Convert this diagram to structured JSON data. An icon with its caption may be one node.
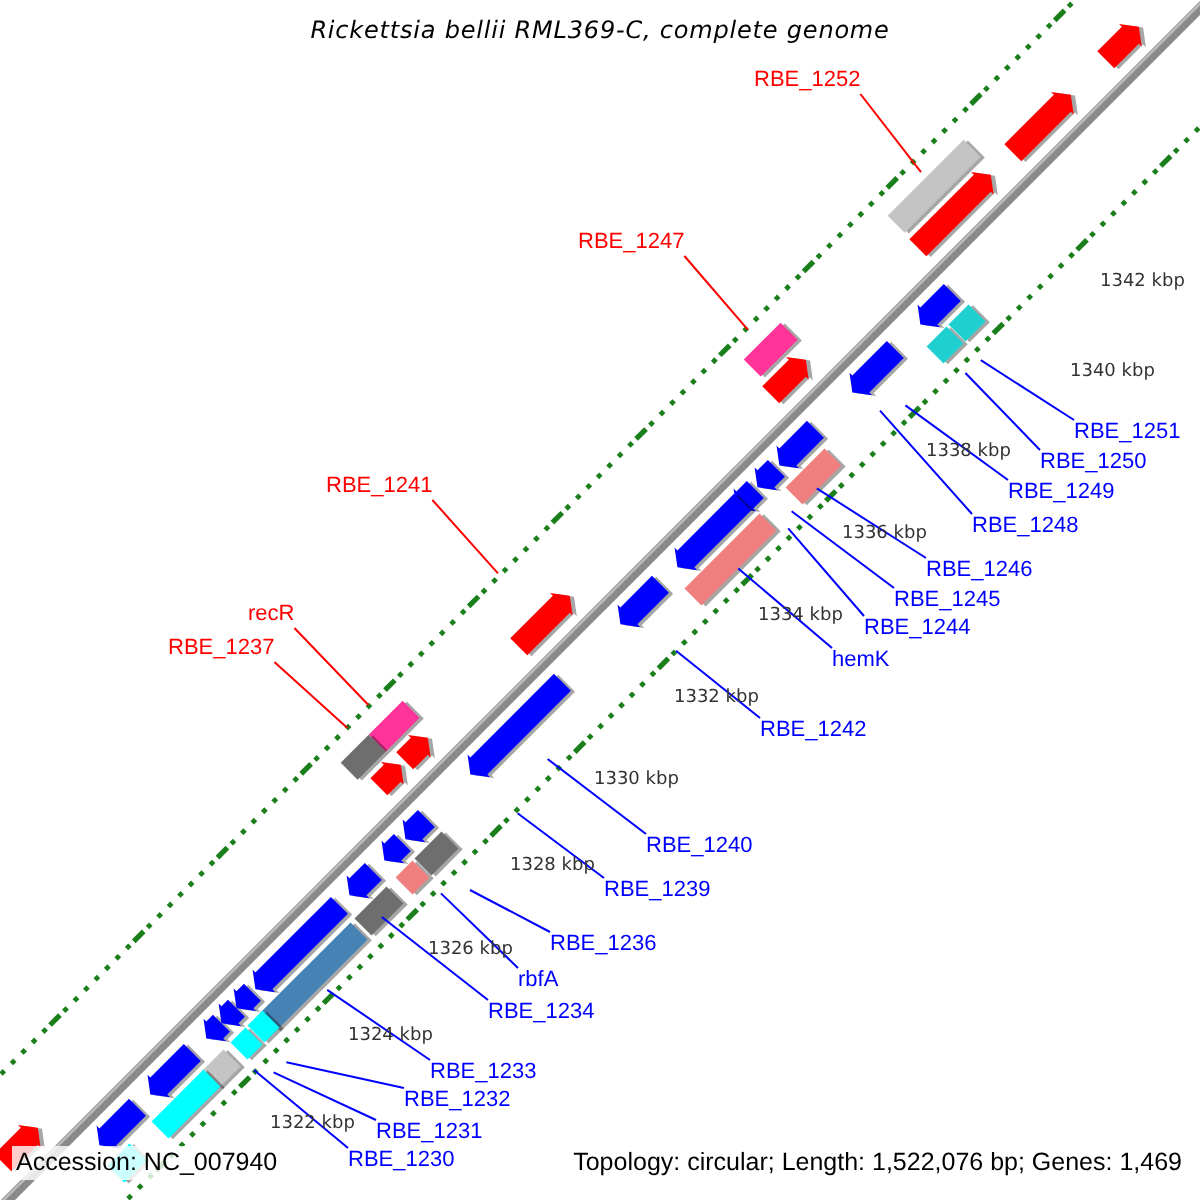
{
  "diagram": {
    "title": "Rickettsia bellii RML369-C, complete genome",
    "nodes": [
      {
        "text": [
          "RBE_1252"
        ]
      },
      {
        "text": [
          "RBE_1247"
        ]
      },
      {
        "text": [
          "RBE_1251"
        ]
      },
      {
        "text": [
          "RBE_1250"
        ]
      },
      {
        "text": [
          "RBE_1249"
        ]
      },
      {
        "text": [
          "RBE_1248"
        ]
      },
      {
        "text": [
          "RBE_1241"
        ]
      },
      {
        "text": [
          "RBE_1246"
        ]
      },
      {
        "text": [
          "RBE_1245"
        ]
      },
      {
        "text": [
          "RBE_1244"
        ]
      },
      {
        "text": [
          "recR"
        ]
      },
      {
        "text": [
          "RBE_1237"
        ]
      },
      {
        "text": [
          "hemK"
        ]
      },
      {
        "text": [
          "RBE_1242"
        ]
      },
      {
        "text": [
          "RBE_1240"
        ]
      },
      {
        "text": [
          "RBE_1239"
        ]
      },
      {
        "text": [
          "RBE_1236"
        ]
      },
      {
        "text": [
          "rbfA"
        ]
      },
      {
        "text": [
          "RBE_1234"
        ]
      },
      {
        "text": [
          "RBE_1233"
        ]
      },
      {
        "text": [
          "RBE_1232"
        ]
      },
      {
        "text": [
          "RBE_1231"
        ]
      },
      {
        "text": [
          "RBE_1230"
        ]
      }
    ],
    "edges": [
      {
        "from": 0,
        "to": null,
        "arrow": "none",
        "color": "#ff0000"
      },
      {
        "from": 1,
        "to": null,
        "arrow": "none",
        "color": "#ff0000"
      },
      {
        "from": 2,
        "to": null,
        "arrow": "none"
      },
      {
        "from": 3,
        "to": null,
        "arrow": "none"
      },
      {
        "from": 4,
        "to": null,
        "arrow": "none"
      },
      {
        "from": 5,
        "to": null,
        "arrow": "none"
      },
      {
        "from": 6,
        "to": null,
        "arrow": "none",
        "color": "#ff0000"
      },
      {
        "from": 7,
        "to": null,
        "arrow": "none"
      },
      {
        "from": 8,
        "to": null,
        "arrow": "none"
      },
      {
        "from": 9,
        "to": null,
        "arrow": "none"
      },
      {
        "from": 10,
        "to": null,
        "arrow": "none",
        "color": "#ff0000"
      },
      {
        "from": 11,
        "to": null,
        "arrow": "none",
        "color": "#ff0000"
      },
      {
        "from": 12,
        "to": null,
        "arrow": "none"
      },
      {
        "from": 13,
        "to": null,
        "arrow": "none"
      },
      {
        "from": 14,
        "to": null,
        "arrow": "none"
      },
      {
        "from": 15,
        "to": null,
        "arrow": "none"
      },
      {
        "from": 16,
        "to": null,
        "arrow": "none"
      },
      {
        "from": 17,
        "to": null,
        "arrow": "none"
      },
      {
        "from": 18,
        "to": null,
        "arrow": "none"
      },
      {
        "from": 19,
        "to": null,
        "arrow": "none"
      },
      {
        "from": 20,
        "to": null,
        "arrow": "none"
      },
      {
        "from": 21,
        "to": null,
        "arrow": "none"
      },
      {
        "from": 22,
        "to": null,
        "arrow": "none"
      }
    ],
    "labels": [
      "1342 kbp",
      "1340 kbp",
      "1338 kbp",
      "1336 kbp",
      "1334 kbp",
      "1332 kbp",
      "1330 kbp",
      "1328 kbp",
      "1326 kbp",
      "1324 kbp",
      "1322 kbp",
      "Accession: NC_007940",
      "Topology: circular; Length: 1,522,076 bp; Genes: 1,469"
    ]
  }
}
